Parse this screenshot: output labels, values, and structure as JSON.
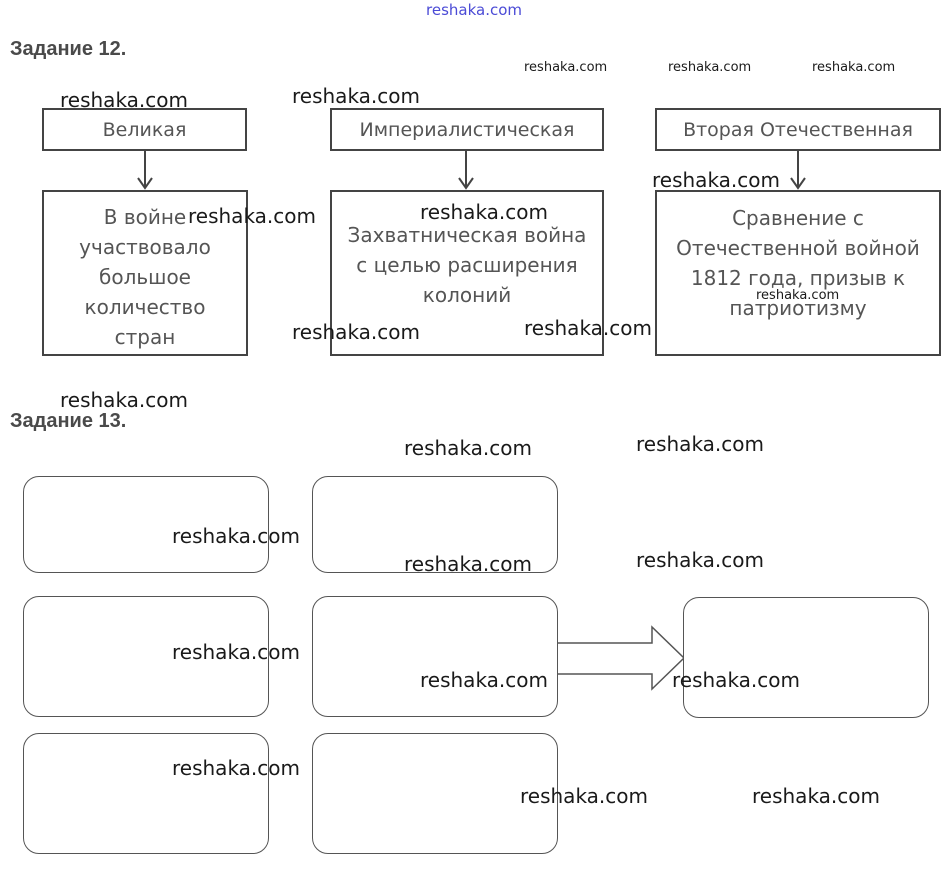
{
  "task12": {
    "heading": "Задание 12.",
    "top_labels": [
      "Великая",
      "Империалистическая",
      "Вторая Отечественная"
    ],
    "descriptions": [
      "В войне\nучаствовало\nбольшое\nколичество\nстран",
      "Захватническая война\nс целью расширения\nколоний",
      "Сравнение с\nОтечественной войной\n1812 года, призыв к\nпатриотизму"
    ]
  },
  "task13": {
    "heading": "Задание 13."
  },
  "watermark": "reshaka.com"
}
